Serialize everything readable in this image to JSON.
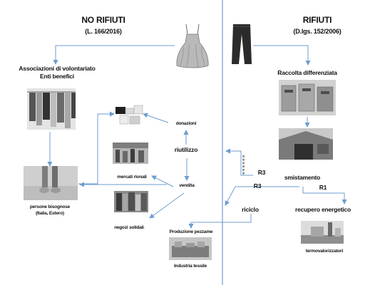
{
  "colors": {
    "arrow": "#6d9dd0",
    "divider": "#6d9dd0",
    "text": "#111111"
  },
  "left_panel": {
    "title": "NO RIFIUTI",
    "law": "(L. 166/2016)"
  },
  "right_panel": {
    "title": "RIFIUTI",
    "law": "(D.lgs. 152/2006)"
  },
  "nodes": {
    "associazioni_line1": "Associazioni di volontariato",
    "associazioni_line2": "Enti benefici",
    "persone_line1": "persone bisognose",
    "persone_line2": "(Italia, Estero)",
    "donazioni": "donazioni",
    "riutilizzo": "riutilizzo",
    "vendita": "vendita",
    "mercati": "mercati rionali",
    "negozi": "negozi solidali",
    "raccolta": "Raccolta differenziata",
    "smistamento": "smistamento",
    "riciclo": "riciclo",
    "recupero": "recupero energetico",
    "produzione": "Produzione pezzame",
    "industria": "Industria tessile",
    "termo": "termovalorizzatori",
    "r3_upper": "R3",
    "r3_lower": "R3",
    "r1": "R1"
  }
}
